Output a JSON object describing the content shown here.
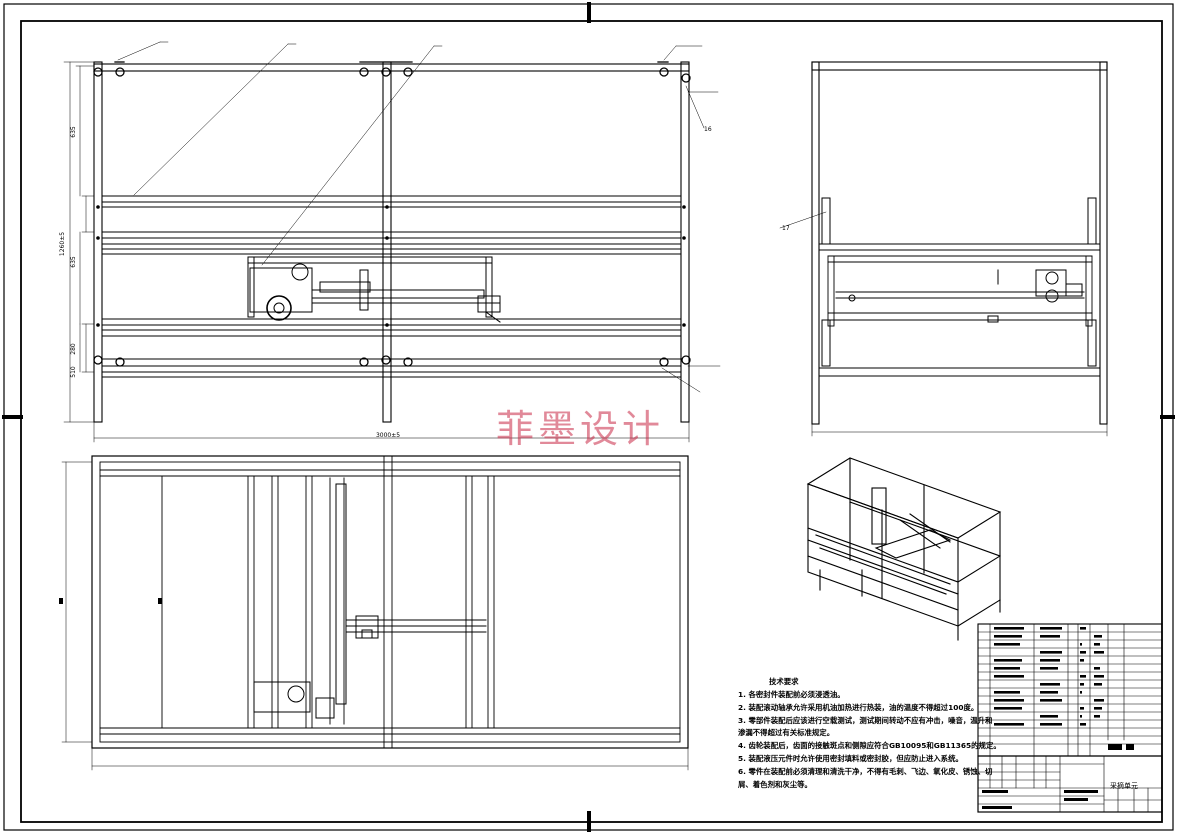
{
  "drawing": {
    "dimensions": {
      "h_top": "635",
      "h_mid": "635",
      "h_total": "1260±5",
      "h_low": "280",
      "h_base": "510",
      "w_total": "3000±5"
    },
    "balloons": [
      "16",
      "17"
    ],
    "watermark": "菲墨设计",
    "tech_req": {
      "title": "技术要求",
      "items": [
        "1. 各密封件装配前必须浸透油。",
        "2. 装配滚动轴承允许采用机油加热进行热装，油的温度不得超过100度。",
        "3. 零部件装配后应该进行空载测试，测试期间转动不应有冲击，噪音，温升和",
        "    渗漏不得超过有关标准规定。",
        "4. 齿轮装配后，齿面的接触斑点和侧隙应符合GB10095和GB11365的规定。",
        "5. 装配液压元件时允许使用密封填料或密封胶，但应防止进入系统。",
        "6. 零件在装配前必须清理和清洗干净，不得有毛刺、飞边、氧化皮、锈蚀、切",
        "    屑、着色剂和灰尘等。"
      ]
    },
    "title_block": {
      "name": "采摘单元"
    }
  }
}
